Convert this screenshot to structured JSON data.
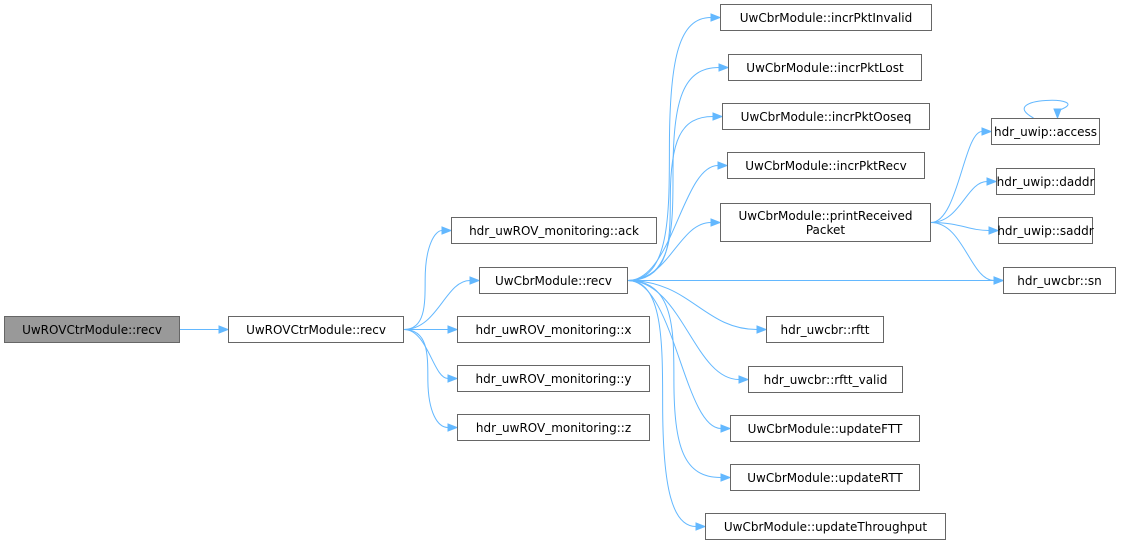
{
  "diagram": {
    "colors": {
      "edge": "#63b8ff",
      "node_border": "#666666",
      "focus_fill": "#999999",
      "node_fill": "#ffffff"
    },
    "nodes": {
      "root": "UwROVCtrModule::recv",
      "ctrl_recv": "UwROVCtrModule::recv",
      "mon_ack": "hdr_uwROV_monitoring::ack",
      "cbr_recv": "UwCbrModule::recv",
      "mon_x": "hdr_uwROV_monitoring::x",
      "mon_y": "hdr_uwROV_monitoring::y",
      "mon_z": "hdr_uwROV_monitoring::z",
      "incr_invalid": "UwCbrModule::incrPktInvalid",
      "incr_lost": "UwCbrModule::incrPktLost",
      "incr_ooseq": "UwCbrModule::incrPktOoseq",
      "incr_recv": "UwCbrModule::incrPktRecv",
      "print_recv": "UwCbrModule::printReceived\nPacket",
      "rftt": "hdr_uwcbr::rftt",
      "rftt_valid": "hdr_uwcbr::rftt_valid",
      "update_ftt": "UwCbrModule::updateFTT",
      "update_rtt": "UwCbrModule::updateRTT",
      "update_tp": "UwCbrModule::updateThroughput",
      "uwip_access": "hdr_uwip::access",
      "uwip_daddr": "hdr_uwip::daddr",
      "uwip_saddr": "hdr_uwip::saddr",
      "uwcbr_sn": "hdr_uwcbr::sn"
    },
    "edges": [
      [
        "root",
        "ctrl_recv"
      ],
      [
        "ctrl_recv",
        "mon_ack"
      ],
      [
        "ctrl_recv",
        "cbr_recv"
      ],
      [
        "ctrl_recv",
        "mon_x"
      ],
      [
        "ctrl_recv",
        "mon_y"
      ],
      [
        "ctrl_recv",
        "mon_z"
      ],
      [
        "cbr_recv",
        "incr_invalid"
      ],
      [
        "cbr_recv",
        "incr_lost"
      ],
      [
        "cbr_recv",
        "incr_ooseq"
      ],
      [
        "cbr_recv",
        "incr_recv"
      ],
      [
        "cbr_recv",
        "print_recv"
      ],
      [
        "cbr_recv",
        "uwcbr_sn"
      ],
      [
        "cbr_recv",
        "rftt"
      ],
      [
        "cbr_recv",
        "rftt_valid"
      ],
      [
        "cbr_recv",
        "update_ftt"
      ],
      [
        "cbr_recv",
        "update_rtt"
      ],
      [
        "cbr_recv",
        "update_tp"
      ],
      [
        "print_recv",
        "uwip_access"
      ],
      [
        "print_recv",
        "uwip_daddr"
      ],
      [
        "print_recv",
        "uwip_saddr"
      ],
      [
        "print_recv",
        "uwcbr_sn"
      ],
      [
        "uwip_access",
        "uwip_access"
      ]
    ]
  }
}
